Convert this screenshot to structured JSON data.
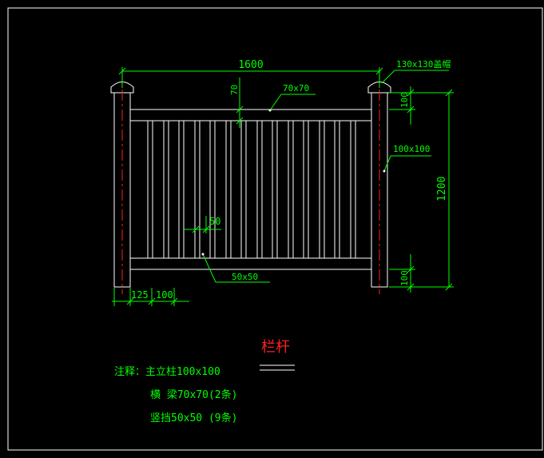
{
  "dimensions": {
    "overall_width": "1600",
    "cap_label": "130x130盖帽",
    "rail_gap": "70",
    "rail_size": "70x70",
    "post_size": "100x100",
    "height": "1200",
    "top_offset": "100",
    "bottom_offset": "100",
    "baluster_width": "50",
    "baluster_size": "50x50",
    "bottom_left_125": "125",
    "bottom_left_100": "100"
  },
  "title": "栏杆",
  "notes": {
    "line1": "注释：主立柱100x100",
    "line2": "横  梁70x70(2条)",
    "line3": "竖挡50x50 (9条)"
  },
  "colors": {
    "background": "#000000",
    "dimension": "#00ff00",
    "geometry": "#ffffff",
    "centerline": "#ff2020"
  }
}
